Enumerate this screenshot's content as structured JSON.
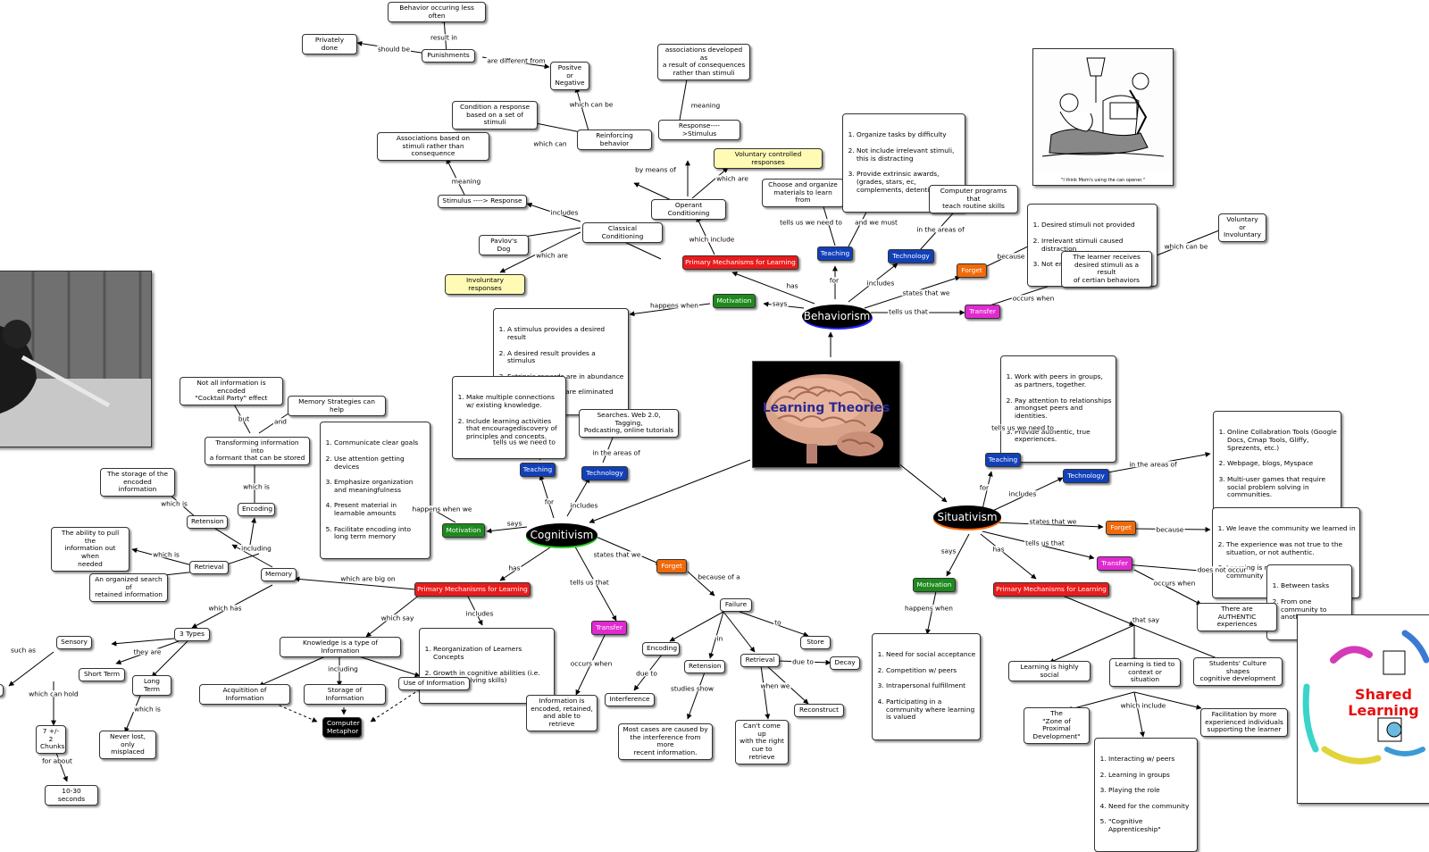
{
  "title": "Learning Theories",
  "center_image": {
    "icon": "brain-image"
  },
  "hubs": {
    "behaviorism": "Behaviorism",
    "cognitivism": "Cognitivism",
    "situativism": "Situativism"
  },
  "pills": {
    "primary": "Primary Mechanisms for Learning",
    "motivation": "Motivation",
    "teaching": "Teaching",
    "technology": "Technology",
    "forget": "Forget",
    "transfer": "Transfer"
  },
  "labels": {
    "result_in": "result in",
    "should_be": "should be",
    "are_different_from": "are different from",
    "which_can_be": "which can be",
    "which_can": "which can",
    "meaning": "meaning",
    "by_means_of": "by means of",
    "which_are": "which are",
    "includes": "includes",
    "which_include": "which include",
    "has": "has",
    "says": "says",
    "happens_when": "happens when",
    "tells_us_we_need_to": "tells us we need to",
    "and_we_must": "and we must",
    "for": "for",
    "in_the_areas_of": "in the areas of",
    "states_that_we": "states that we",
    "because": "because",
    "which_can_be2": "which can be",
    "occurs_when": "occurs when",
    "tells_us_that": "tells us that",
    "but": "but",
    "and": "and",
    "which_is": "which is",
    "including": "including",
    "which_are_big_on": "which are big on",
    "which_has": "which has",
    "such_as": "such as",
    "they_are": "they are",
    "which_can_hold": "which can hold",
    "for_about": "for about",
    "happens_when_we": "happens when we",
    "which_say": "which say",
    "because_of_a": "because of a",
    "in": "in",
    "to": "to",
    "due_to": "due to",
    "studies_show": "studies show",
    "when_we": "when we",
    "does_not_occur": "does not occur",
    "that_say": "that say"
  },
  "beh": {
    "behavior_less": "Behavior occuring less often",
    "privately": "Privately done",
    "punishments": "Punishments",
    "positive_negative": "Positve or\nNegative",
    "assoc_consequences": "associations developed as\na result of consequences\nrather than stimuli",
    "condition_response": "Condition a response\nbased on a set of stimuli",
    "reinforcing": "Reinforcing behavior",
    "response_stimulus": "Response---->Stimulus",
    "assoc_stimuli": "Associations based on\nstimuli rather than consequence",
    "voluntary": "Voluntary controlled responses",
    "stimulus_response": "Stimulus ----> Response",
    "operant": "Operant Conditioning",
    "pavlov": "Pavlov's Dog",
    "classical": "Classical Conditioning",
    "involuntary": "Involuntary responses",
    "choose_organize": "Choose and organize\nmaterials to learn from",
    "teach_list": [
      "Organize tasks by difficulty",
      "Not include irrelevant stimuli, this is distracting",
      "Provide extrinsic awards, (grades, stars, ec, complements, detentions, etc)"
    ],
    "computer_programs": "Computer programs that\nteach routine skills",
    "forget_list": [
      "Desired stimuli not provided",
      "Irrelevant stimuli caused distraction",
      "Not enough practice occured"
    ],
    "vol_invol": "Voluntary or\nInvoluntary",
    "learner_receives": "The learner receives\ndesired stimuli as a result\nof certian behaviors",
    "motivation_list": [
      "A stimulus provides a desired result",
      "A desired result provides a stimulus",
      "Extrinsic rewards are in abundance",
      "Irrelevant stimuli are eliminated"
    ],
    "cartoon_caption": "\"I think Mom's using the can opener.\""
  },
  "cog": {
    "not_all": "Not all information is encoded\n\"Cocktail Party\" effect",
    "memory_strategies": "Memory Strategies can help",
    "transforming": "Transforming information into\na formant that can be stored",
    "storage_encoded": "The storage of the\nencoded information",
    "encoding": "Encoding",
    "retension": "Retension",
    "ability_pull": "The ability to pull the\ninformation out when\nneeded",
    "retrieval": "Retrieval",
    "memory": "Memory",
    "organized_search": "An organized search of\nretained information",
    "three_types": "3 Types",
    "sensory": "Sensory",
    "short_term": "Short Term",
    "long_term": "Long Term",
    "chunks": "7 +/- 2\nChunks",
    "never_lost": "Never lost, only\nmisplaced",
    "seconds": "10-30 seconds",
    "motivation_list": [
      "Communicate clear goals",
      "Use attention getting devices",
      "Emphasize organization and meaningfulness",
      "Present material in learnable amounts",
      "Facilitate encoding into long term memory"
    ],
    "teach_list": [
      "Make multiple connections w/ existing knowledge.",
      "Include learning activities that encouragediscovery of principles and concepts."
    ],
    "tech": "Searches. Web 2.0, Tagging,\nPodcasting, online tutorials",
    "knowledge": "Knowledge is a type of Information",
    "reorg_list": [
      "Reorganization of Learners Concepts",
      "Growth in cognitive abilities (i.e. problem  solving skills)"
    ],
    "acquisition": "Acquitition of Information",
    "storage_info": "Storage of Information",
    "use_info": "Use of Information",
    "computer_metaphor": "Computer\nMetaphor",
    "info_encoded": "Information is\nencoded, retained,\nand able to retrieve",
    "failure": "Failure",
    "f_encoding": "Encoding",
    "f_retension": "Retension",
    "f_retrieval": "Retrieval",
    "store": "Store",
    "decay": "Decay",
    "interference": "Interference",
    "most_cases": "Most cases are caused by\nthe interference from more\nrecent information.",
    "cant_come": "Can't come up\nwith the right\ncue to retrieve",
    "reconstruct": "Reconstruct"
  },
  "sit": {
    "teach_list": [
      "Work with peers in groups, as partners, together.",
      "Pay attention to relationships amongset peers and identities.",
      "Provide authentic, true experiences."
    ],
    "tech_list": [
      "Online Collabration Tools (Google Docs, Cmap Tools, Gliffy, Sprezents, etc.)",
      "Webpage, blogs, Myspace",
      "Multi-user games that require social problem solving in communities."
    ],
    "forget_list": [
      "We leave the community we learned in",
      "The experience was not true to the situation, or not authentic.",
      "Learning is not valued in the community"
    ],
    "transfer_list": [
      "Between tasks",
      "From one community to another"
    ],
    "authentic": "There are AUTHENTIC\nexperiences",
    "motivation_list": [
      "Need for social acceptance",
      "Competition w/ peers",
      "Intrapersonal fulfillment",
      "Participating in a community where learning is valued"
    ],
    "highly_social": "Learning is highly social",
    "tied_context": "Learning is tied to\ncontext or situation",
    "culture": "Students' Culture shapes\ncognitive development",
    "zpd": "The\n\"Zone of Proximal\nDevelopment\"",
    "facilitation": "Facilitation by more\nexperienced individuals\nsupporting the learner",
    "interact_list": [
      "Interacting w/ peers",
      "Learning in groups",
      "Playing the role",
      "Need for the community",
      "\"Cognitive Apprenticeship\""
    ],
    "shared_learning": "Shared\nLearning"
  },
  "images": {
    "chimp": "chimpanzee-photo",
    "cartoon": "cartoon-drawing"
  }
}
